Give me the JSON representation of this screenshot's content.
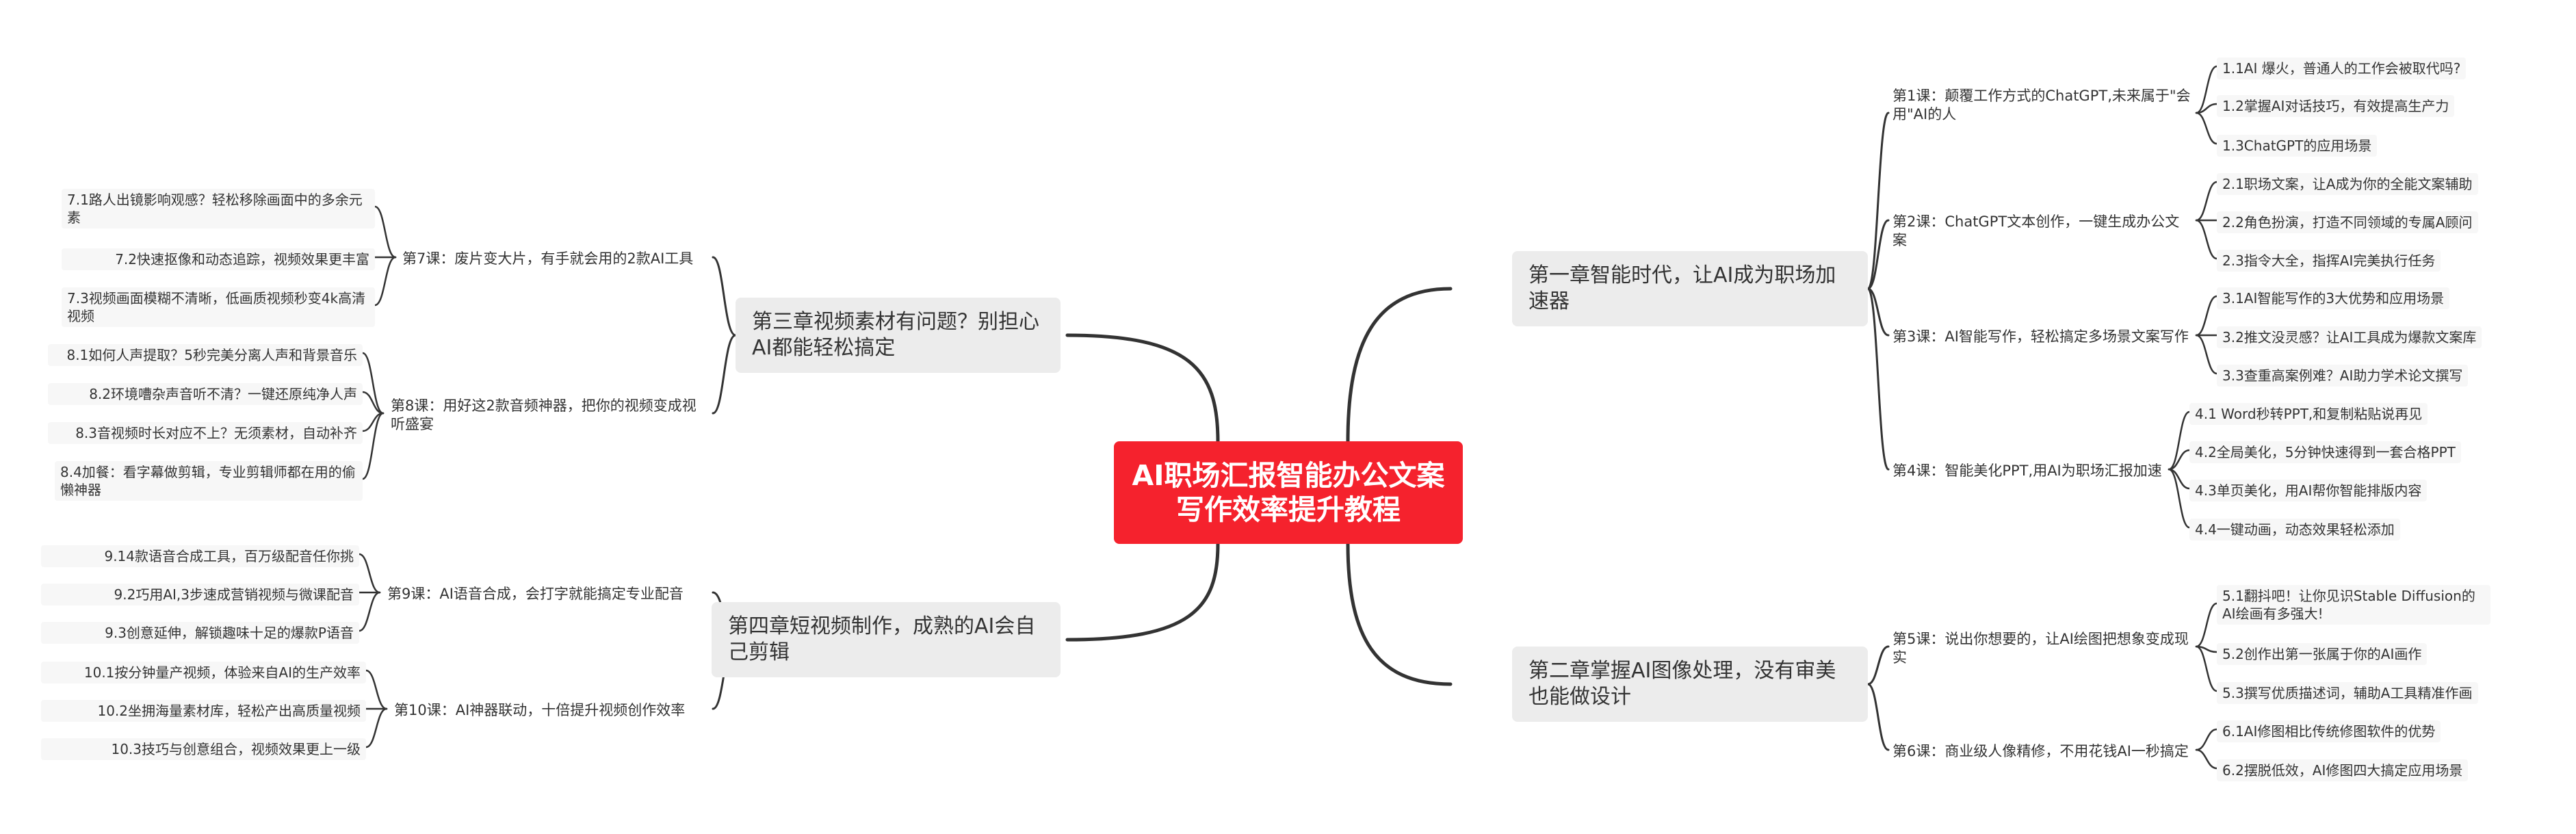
{
  "colors": {
    "root_bg": "#f5222d",
    "chapter_bg": "#ececec",
    "line": "#333333"
  },
  "root": {
    "title": "AI职场汇报智能办公文案写作效率提升教程"
  },
  "chapters": [
    {
      "title": "第一章智能时代，让AI成为职场加速器",
      "lessons": [
        {
          "title": "第1课：颠覆工作方式的ChatGPT,未来属于\"会用\"AI的人",
          "items": [
            "1.1AI 爆火，普通人的工作会被取代吗?",
            "1.2掌握AI对话技巧，有效提高生产力",
            "1.3ChatGPT的应用场景"
          ]
        },
        {
          "title": "第2课：ChatGPT文本创作，一键生成办公文案",
          "items": [
            "2.1职场文案，让A成为你的全能文案辅助",
            "2.2角色扮演，打造不同领域的专属A顾问",
            "2.3指令大全，指挥AI完美执行任务"
          ]
        },
        {
          "title": "第3课：AI智能写作，轻松搞定多场景文案写作",
          "items": [
            "3.1AI智能写作的3大优势和应用场景",
            "3.2推文没灵感？让AI工具成为爆款文案库",
            "3.3查重高案例难？AI助力学术论文撰写"
          ]
        },
        {
          "title": "第4课：智能美化PPT,用AI为职场汇报加速",
          "items": [
            "4.1 Word秒转PPT,和复制粘贴说再见",
            "4.2全局美化，5分钟快速得到一套合格PPT",
            "4.3单页美化，用AI帮你智能排版内容",
            "4.4一键动画，动态效果轻松添加"
          ]
        }
      ]
    },
    {
      "title": "第二章掌握AI图像处理，没有审美也能做设计",
      "lessons": [
        {
          "title": "第5课：说出你想要的，让AI绘图把想象变成现实",
          "items": [
            "5.1翻抖吧！让你见识Stable Diffusion的AI绘画有多强大!",
            "5.2创作出第一张属于你的AI画作",
            "5.3撰写优质描述词，辅助A工具精准作画"
          ]
        },
        {
          "title": "第6课：商业级人像精修，不用花钱AI一秒搞定",
          "items": [
            "6.1AI修图相比传统修图软件的优势",
            "6.2摆脱低效，AI修图四大搞定应用场景"
          ]
        }
      ]
    },
    {
      "title": "第三章视频素材有问题？别担心AI都能轻松搞定",
      "lessons": [
        {
          "title": "第7课：废片变大片，有手就会用的2款AI工具",
          "items": [
            "7.1路人出镜影响观感？轻松移除画面中的多余元素",
            "7.2快速抠像和动态追踪，视频效果更丰富",
            "7.3视频画面模糊不清晰，低画质视频秒变4k高清视频"
          ]
        },
        {
          "title": "第8课：用好这2款音频神器，把你的视频变成视听盛宴",
          "items": [
            "8.1如何人声提取？5秒完美分离人声和背景音乐",
            "8.2环境嘈杂声音听不清？一键还原纯净人声",
            "8.3音视频时长对应不上？无须素材，自动补齐",
            "8.4加餐：看字幕做剪辑，专业剪辑师都在用的偷懒神器"
          ]
        }
      ]
    },
    {
      "title": "第四章短视频制作，成熟的AI会自己剪辑",
      "lessons": [
        {
          "title": "第9课：AI语音合成，会打字就能搞定专业配音",
          "items": [
            "9.14款语音合成工具，百万级配音任你挑",
            "9.2巧用AI,3步速成营销视频与微课配音",
            "9.3创意延伸，解锁趣味十足的爆款P语音"
          ]
        },
        {
          "title": "第10课：AI神器联动，十倍提升视频创作效率",
          "items": [
            "10.1按分钟量产视频，体验来自AI的生产效率",
            "10.2坐拥海量素材库，轻松产出高质量视频",
            "10.3技巧与创意组合，视频效果更上一级"
          ]
        }
      ]
    }
  ]
}
